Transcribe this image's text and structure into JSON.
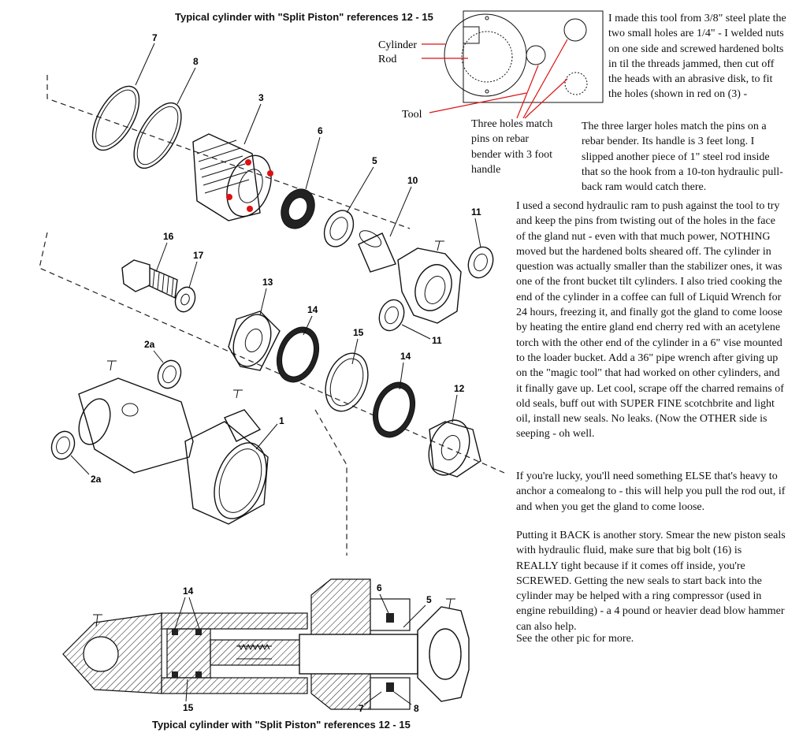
{
  "titles": {
    "top": "Typical cylinder with \"Split Piston\"  references  12 - 15",
    "bottom": "Typical cylinder with \"Split Piston\"  references  12 - 15"
  },
  "tool_labels": {
    "cylinder": "Cylinder",
    "rod": "Rod",
    "tool": "Tool",
    "holes_line1": "Three holes match",
    "holes_line2": "pins on rebar",
    "holes_line3": "bender with 3 foot",
    "holes_line4": "handle"
  },
  "part_numbers": {
    "n7": "7",
    "n8": "8",
    "n3": "3",
    "n6": "6",
    "n5": "5",
    "n10": "10",
    "n11a": "11",
    "n16": "16",
    "n17": "17",
    "n13": "13",
    "n14a": "14",
    "n15": "15",
    "n11b": "11",
    "n14b": "14",
    "n12": "12",
    "n2a_top": "2a",
    "n1": "1",
    "n2a_bottom": "2a",
    "sec14": "14",
    "sec15": "15",
    "sec6": "6",
    "sec5": "5",
    "sec7": "7",
    "sec8": "8"
  },
  "text": {
    "p1": "I made this tool from 3/8\" steel plate the two small holes are 1/4\" - I welded nuts on one side and screwed hardened bolts in til the threads jammed, then cut off the heads with an abrasive disk, to fit the holes (shown in red on (3) -",
    "p2": "The three larger holes match the pins on a rebar bender. Its handle is 3 feet long. I slipped another piece of 1\" steel rod inside that so the hook from a 10-ton hydraulic pull-back ram would catch there.",
    "p3": "I used a second hydraulic ram to push against the tool to try and keep the pins from twisting out of the holes in the face of the gland nut - even with that much power, NOTHING moved but the hardened bolts sheared off. The cylinder in question was actually smaller than the stabilizer ones, it was one of the front bucket tilt cylinders. I also tried cooking the end of the cylinder in a coffee can full of Liquid Wrench for 24 hours, freezing it, and finally got the gland to come loose by heating the entire gland end cherry red with an acetylene torch with the other end of the cylinder in a 6\" vise mounted to the loader bucket. Add a 36\" pipe wrench after giving up on the \"magic tool\" that had worked on other cylinders, and it finally gave up. Let cool, scrape off the charred remains of old seals, buff out with SUPER FINE scotchbrite and light oil, install new seals. No leaks. (Now the OTHER side is seeping - oh well.",
    "p4": "If you're lucky, you'll need something ELSE that's heavy to anchor a comealong to - this will help you pull the rod out, if and when you get the gland to come loose.",
    "p5": "Putting it BACK is another story. Smear the new piston seals with hydraulic fluid, make sure that big bolt (16) is REALLY tight because if it comes off inside, you're SCREWED. Getting the new seals to start back into the cylinder may be helped with a ring compressor (used in engine rebuilding) - a 4 pound or heavier dead blow hammer can also help.",
    "p6": "See the other pic for more."
  },
  "colors": {
    "highlight_red": "#dd1111",
    "line": "#111111"
  }
}
